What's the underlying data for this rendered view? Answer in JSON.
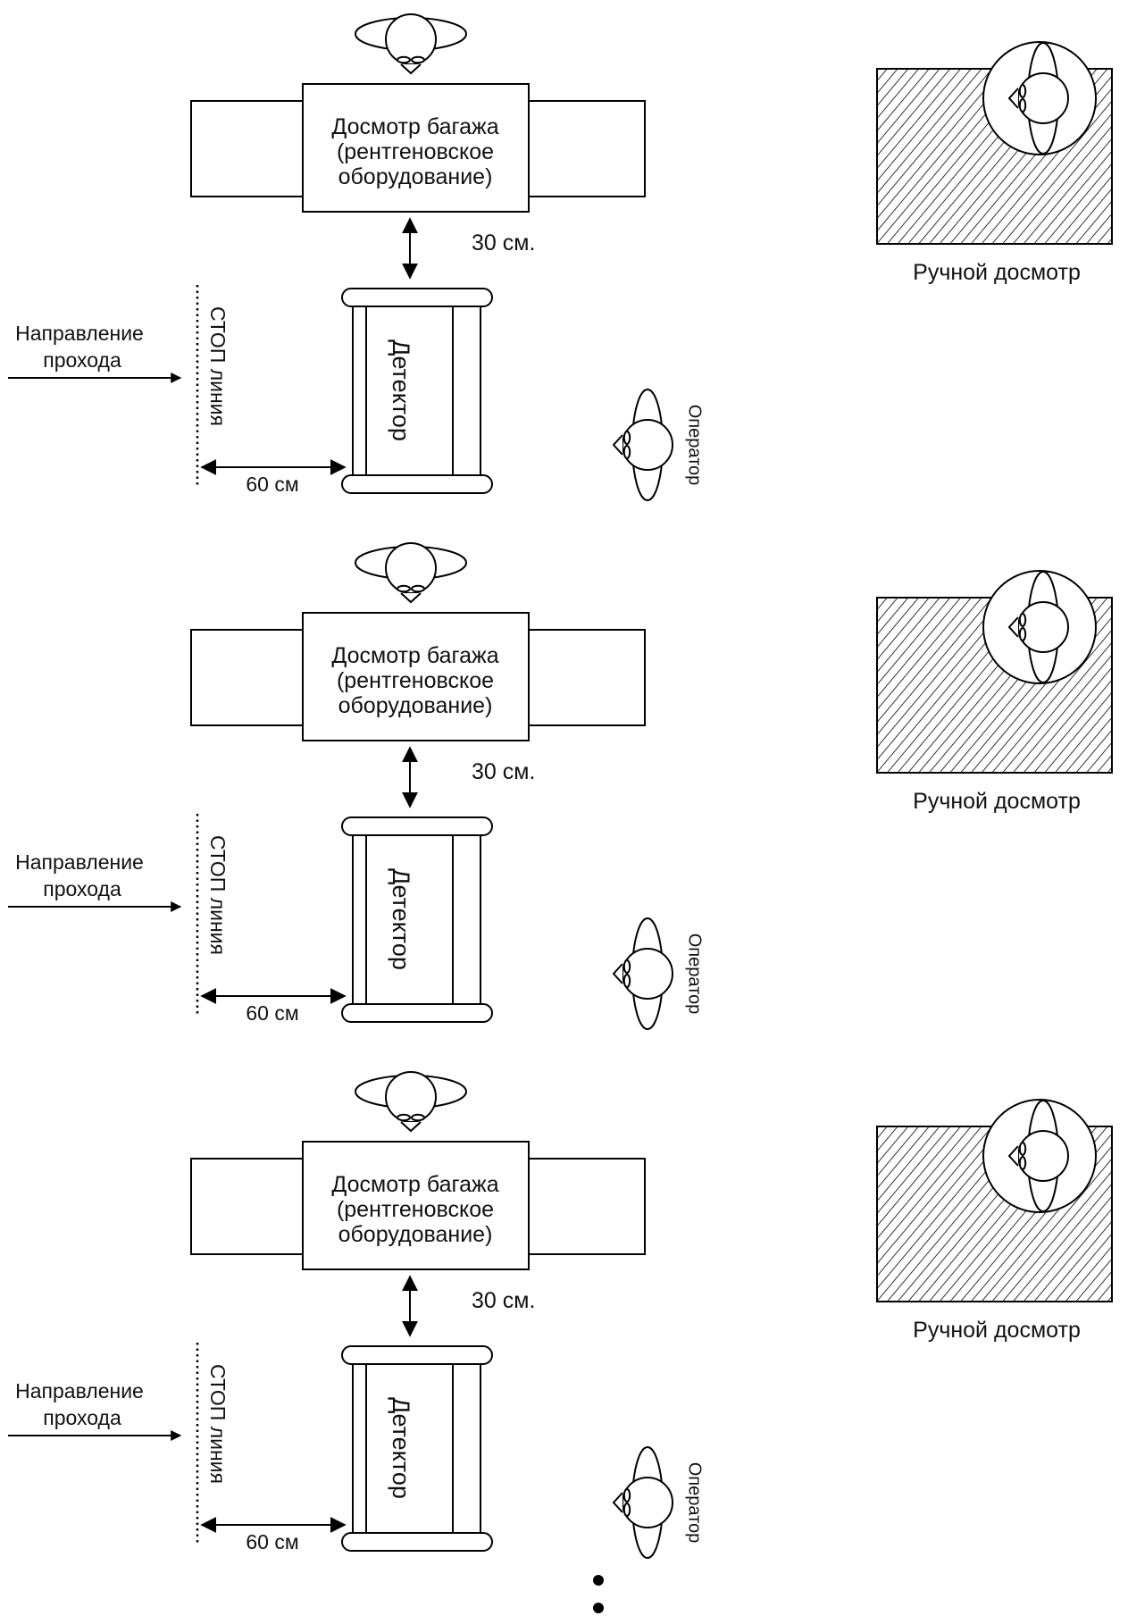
{
  "labels": {
    "baggage_line1": "Досмотр багажа",
    "baggage_line2": "(рентгеновское",
    "baggage_line3": "оборудование)",
    "distance_30": "30 см.",
    "detector": "Детектор",
    "direction_line1": "Направление",
    "direction_line2": "прохода",
    "stop_line": "СТОП линия",
    "distance_60": "60 см",
    "operator": "Оператор",
    "manual_inspection": "Ручной досмотр"
  },
  "lanes_count": 3,
  "continuation_marks": 2,
  "colors": {
    "stroke": "#000000",
    "background": "#ffffff"
  }
}
